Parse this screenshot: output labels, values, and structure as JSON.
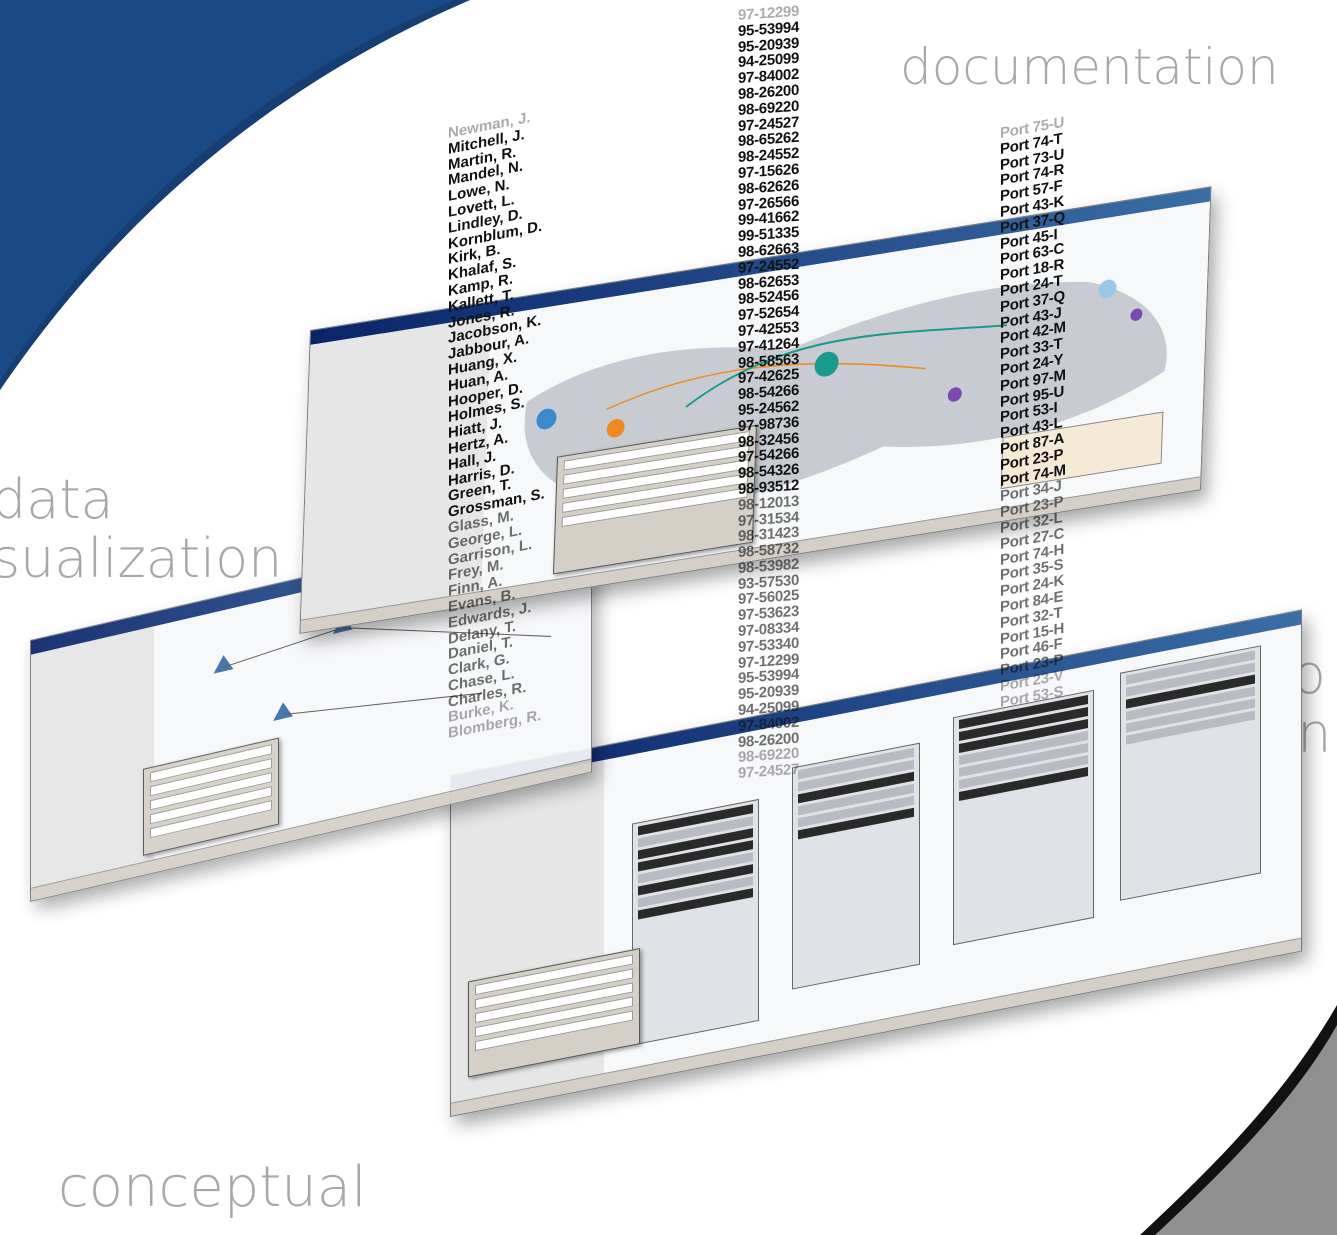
{
  "captions": {
    "documentation": "documentation",
    "data_visualization": "data\nsualization",
    "workflow_mapping": "workflo\nmappin",
    "conceptual": "conceptual"
  },
  "colors": {
    "swoosh_blue": "#1a4a85",
    "caption_gray": "#a8a8a8",
    "accent_teal": "#1a9a8a",
    "accent_orange": "#f08a20",
    "accent_purple": "#7a4ab0"
  },
  "columns": {
    "names": [
      "Newman, J.",
      "Mitchell, J.",
      "Martin, R.",
      "Mandel, N.",
      "Lowe, N.",
      "Lovett, L.",
      "Lindley, D.",
      "Kornblum, D.",
      "Kirk, B.",
      "Khalaf, S.",
      "Kamp, R.",
      "Kallett, T.",
      "Jones, R.",
      "Jacobson, K.",
      "Jabbour, A.",
      "Huang, X.",
      "Huan, A.",
      "Hooper, D.",
      "Holmes, S.",
      "Hiatt, J.",
      "Hertz, A.",
      "Hall, J.",
      "Harris, D.",
      "Green, T.",
      "Grossman, S.",
      "Glass, M.",
      "George, L.",
      "Garrison, L.",
      "Frey, M.",
      "Finn, A.",
      "Evans, B.",
      "Edwards, J.",
      "Delany, T.",
      "Daniel, T.",
      "Clark, G.",
      "Chase, L.",
      "Charles, R.",
      "Burke, K.",
      "Blomberg, R."
    ],
    "ids": [
      "97-12299",
      "95-53994",
      "95-20939",
      "94-25099",
      "97-84002",
      "98-26200",
      "98-69220",
      "97-24527",
      "98-65262",
      "98-24552",
      "97-15626",
      "98-62626",
      "97-26566",
      "99-41662",
      "99-51335",
      "98-62663",
      "97-24552",
      "98-62653",
      "98-52456",
      "97-52654",
      "97-42553",
      "97-41264",
      "98-58563",
      "97-42625",
      "98-54266",
      "95-24562",
      "97-98736",
      "98-32456",
      "97-54266",
      "98-54326",
      "98-93512",
      "98-12013",
      "97-31534",
      "98-31423",
      "98-58732",
      "98-53982",
      "93-57530",
      "97-56025",
      "97-53623",
      "97-08334",
      "97-53340",
      "97-12299",
      "95-53994",
      "95-20939",
      "94-25099",
      "97-84002",
      "98-26200",
      "98-69220",
      "97-24527"
    ],
    "ports": [
      "Port 75-U",
      "Port 74-T",
      "Port 73-U",
      "Port 74-R",
      "Port 57-F",
      "Port 43-K",
      "Port 37-Q",
      "Port 45-I",
      "Port 63-C",
      "Port 18-R",
      "Port 24-T",
      "Port 37-Q",
      "Port 43-J",
      "Port 42-M",
      "Port 33-T",
      "Port 24-Y",
      "Port 97-M",
      "Port 95-U",
      "Port 53-I",
      "Port 43-L",
      "Port 87-A",
      "Port 23-P",
      "Port 74-M",
      "Port 34-J",
      "Port 23-P",
      "Port 32-L",
      "Port 27-C",
      "Port 74-H",
      "Port 35-S",
      "Port 24-K",
      "Port 84-E",
      "Port 32-T",
      "Port 15-H",
      "Port 46-F",
      "Port 23-P",
      "Port 23-V",
      "Port 53-S"
    ]
  }
}
